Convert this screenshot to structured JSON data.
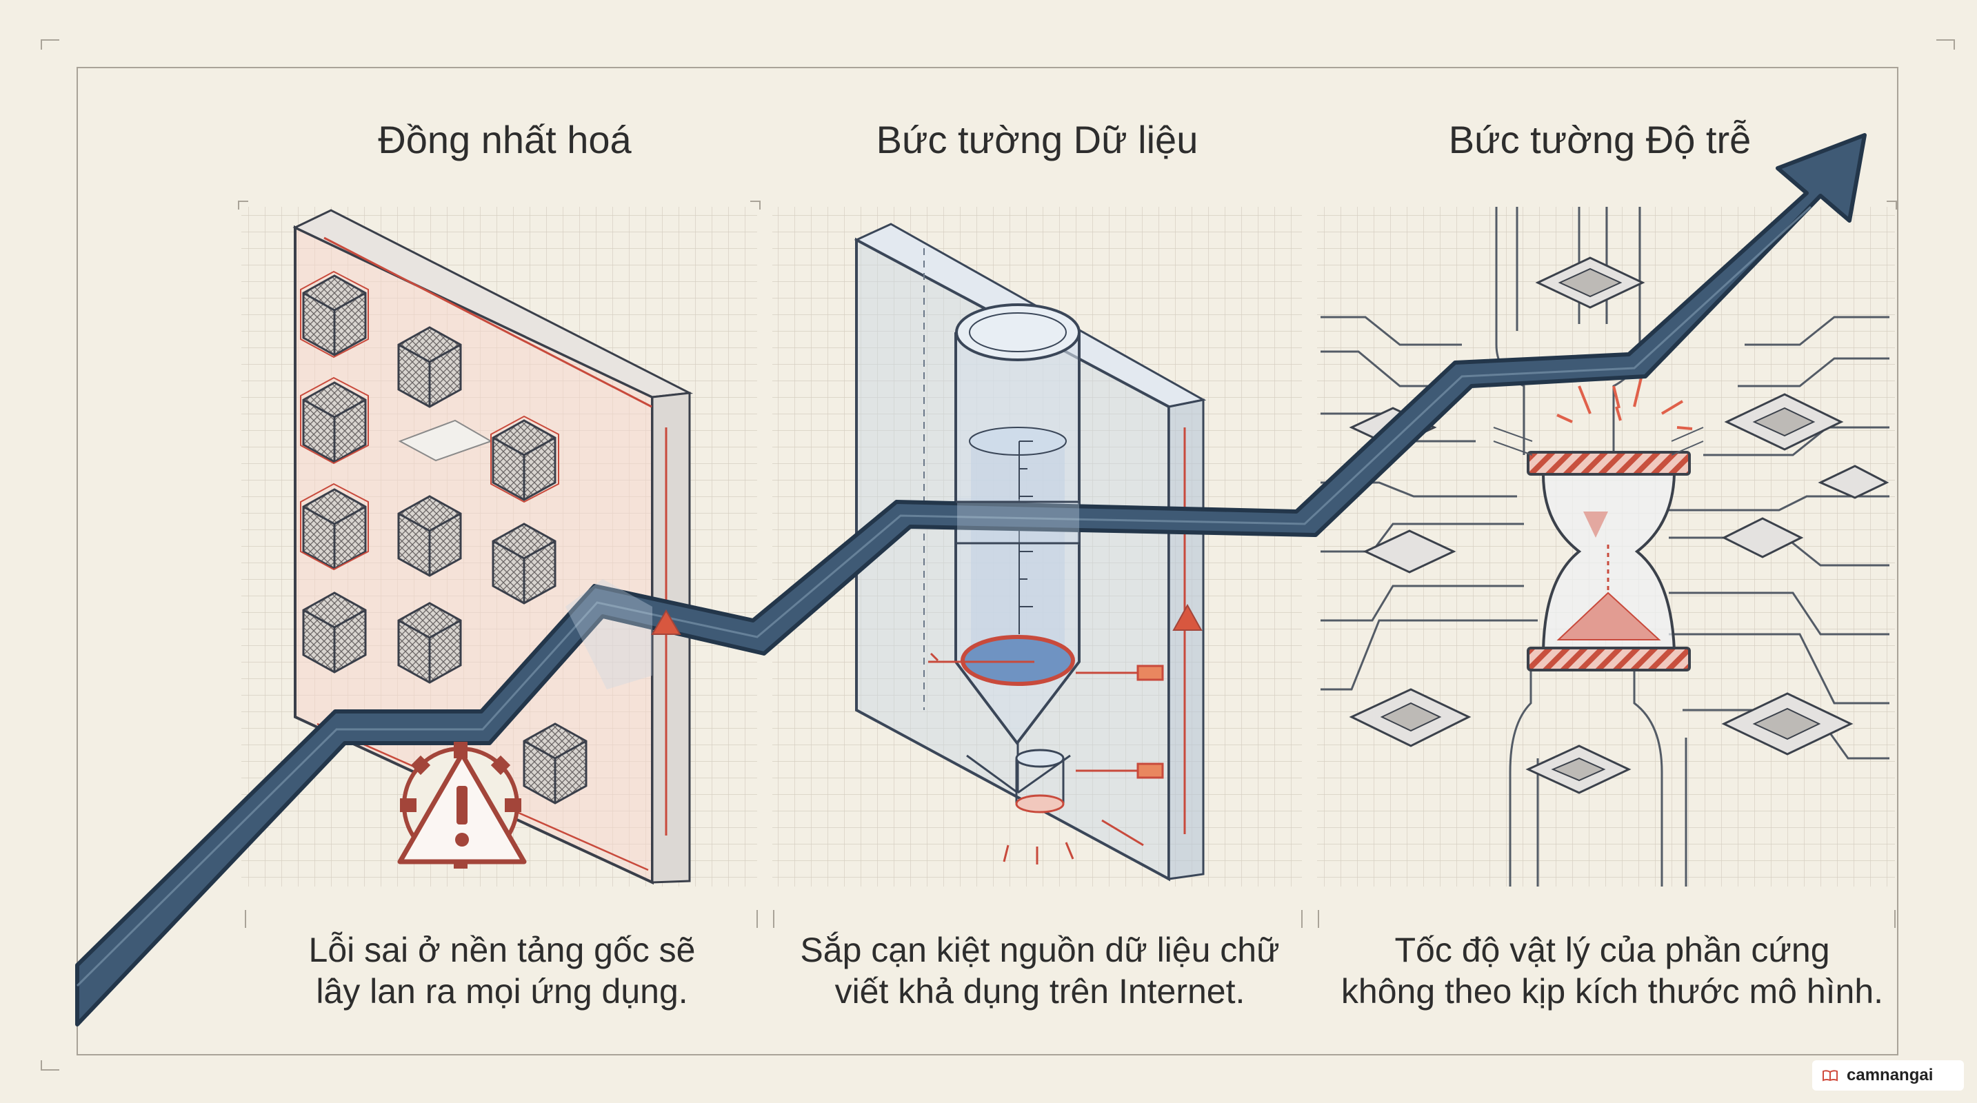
{
  "panels": [
    {
      "title": "Đồng nhất hoá",
      "caption": [
        "Lỗi sai ở nền tảng gốc sẽ",
        "lây lan ra mọi ứng dụng."
      ]
    },
    {
      "title": "Bức tường Dữ liệu",
      "caption": [
        "Sắp cạn kiệt nguồn dữ liệu chữ",
        "viết khả dụng trên Internet."
      ]
    },
    {
      "title": "Bức tường Độ trễ",
      "caption": [
        "Tốc độ vật lý của phần cứng",
        "không theo kịp kích thước mô hình."
      ]
    }
  ],
  "branding": {
    "label": "camnangai"
  },
  "icons": [
    "warning-gear-icon",
    "warning-triangle-icon",
    "hourglass-icon",
    "chip-icon",
    "growth-arrow-icon",
    "book-icon"
  ],
  "colors": {
    "background": "#f3efe4",
    "grid": "#d9d2c4",
    "arrow": "#3d5872",
    "arrow_edge": "#23364a",
    "alert": "#c83c30",
    "glass": "#c9d6e4",
    "water": "#6f93c2"
  }
}
